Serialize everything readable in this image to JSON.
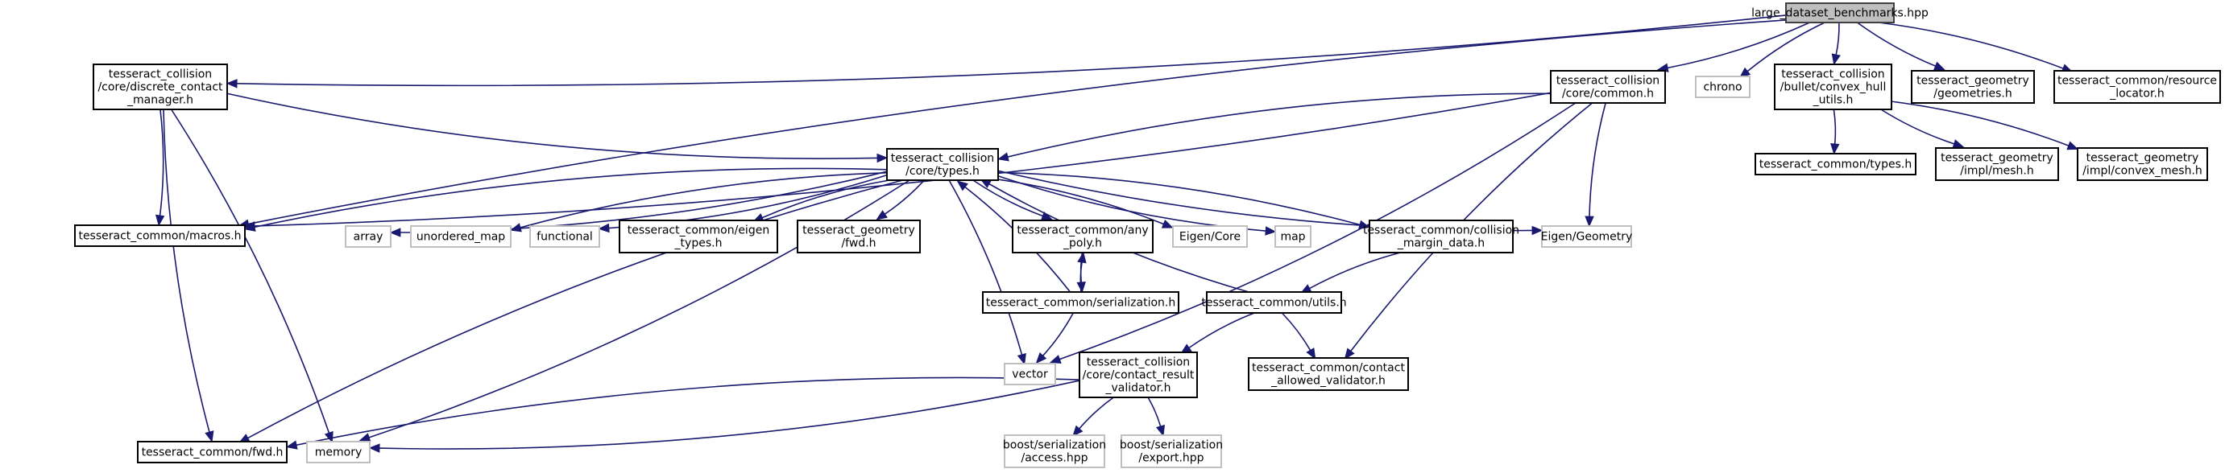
{
  "title": "large_dataset_benchmarks.hpp include dependency graph",
  "colors": {
    "edge": "#191970",
    "root_fill": "#bfbfbf",
    "project_border": "#000000",
    "system_border": "#bfbfbf"
  },
  "nodes": [
    {
      "id": "root",
      "kind": "root",
      "lines": [
        "large_dataset_benchmarks.hpp"
      ]
    },
    {
      "id": "discrete_contact_manager",
      "kind": "project",
      "lines": [
        "tesseract_collision",
        "/core/discrete_contact",
        "_manager.h"
      ]
    },
    {
      "id": "common_h",
      "kind": "project",
      "lines": [
        "tesseract_collision",
        "/core/common.h"
      ]
    },
    {
      "id": "chrono",
      "kind": "system",
      "lines": [
        "chrono"
      ]
    },
    {
      "id": "convex_hull_utils",
      "kind": "project",
      "lines": [
        "tesseract_collision",
        "/bullet/convex_hull",
        "_utils.h"
      ]
    },
    {
      "id": "geometries",
      "kind": "project",
      "lines": [
        "tesseract_geometry",
        "/geometries.h"
      ]
    },
    {
      "id": "resource_locator",
      "kind": "project",
      "lines": [
        "tesseract_common/resource",
        "_locator.h"
      ]
    },
    {
      "id": "common_types",
      "kind": "project",
      "lines": [
        "tesseract_common/types.h"
      ]
    },
    {
      "id": "impl_mesh",
      "kind": "project",
      "lines": [
        "tesseract_geometry",
        "/impl/mesh.h"
      ]
    },
    {
      "id": "impl_convex_mesh",
      "kind": "project",
      "lines": [
        "tesseract_geometry",
        "/impl/convex_mesh.h"
      ]
    },
    {
      "id": "core_types",
      "kind": "project",
      "lines": [
        "tesseract_collision",
        "/core/types.h"
      ]
    },
    {
      "id": "macros",
      "kind": "project",
      "lines": [
        "tesseract_common/macros.h"
      ]
    },
    {
      "id": "array",
      "kind": "system",
      "lines": [
        "array"
      ]
    },
    {
      "id": "unordered_map",
      "kind": "system",
      "lines": [
        "unordered_map"
      ]
    },
    {
      "id": "functional",
      "kind": "system",
      "lines": [
        "functional"
      ]
    },
    {
      "id": "eigen_types",
      "kind": "project",
      "lines": [
        "tesseract_common/eigen",
        "_types.h"
      ]
    },
    {
      "id": "geometry_fwd",
      "kind": "project",
      "lines": [
        "tesseract_geometry",
        "/fwd.h"
      ]
    },
    {
      "id": "any_poly",
      "kind": "project",
      "lines": [
        "tesseract_common/any",
        "_poly.h"
      ]
    },
    {
      "id": "eigen_core",
      "kind": "system",
      "lines": [
        "Eigen/Core"
      ]
    },
    {
      "id": "map",
      "kind": "system",
      "lines": [
        "map"
      ]
    },
    {
      "id": "collision_margin_data",
      "kind": "project",
      "lines": [
        "tesseract_common/collision",
        "_margin_data.h"
      ]
    },
    {
      "id": "eigen_geometry",
      "kind": "system",
      "lines": [
        "Eigen/Geometry"
      ]
    },
    {
      "id": "serialization",
      "kind": "project",
      "lines": [
        "tesseract_common/serialization.h"
      ]
    },
    {
      "id": "utils",
      "kind": "project",
      "lines": [
        "tesseract_common/utils.h"
      ]
    },
    {
      "id": "vector",
      "kind": "system",
      "lines": [
        "vector"
      ]
    },
    {
      "id": "contact_result_validator",
      "kind": "project",
      "lines": [
        "tesseract_collision",
        "/core/contact_result",
        "_validator.h"
      ]
    },
    {
      "id": "contact_allowed_validator",
      "kind": "project",
      "lines": [
        "tesseract_common/contact",
        "_allowed_validator.h"
      ]
    },
    {
      "id": "common_fwd",
      "kind": "project",
      "lines": [
        "tesseract_common/fwd.h"
      ]
    },
    {
      "id": "memory",
      "kind": "system",
      "lines": [
        "memory"
      ]
    },
    {
      "id": "boost_access",
      "kind": "system",
      "lines": [
        "boost/serialization",
        "/access.hpp"
      ]
    },
    {
      "id": "boost_export",
      "kind": "system",
      "lines": [
        "boost/serialization",
        "/export.hpp"
      ]
    }
  ],
  "edges": [
    [
      "root",
      "discrete_contact_manager"
    ],
    [
      "root",
      "macros"
    ],
    [
      "root",
      "common_h"
    ],
    [
      "root",
      "chrono"
    ],
    [
      "root",
      "convex_hull_utils"
    ],
    [
      "root",
      "geometries"
    ],
    [
      "root",
      "resource_locator"
    ],
    [
      "discrete_contact_manager",
      "core_types"
    ],
    [
      "discrete_contact_manager",
      "macros"
    ],
    [
      "discrete_contact_manager",
      "common_fwd"
    ],
    [
      "discrete_contact_manager",
      "memory"
    ],
    [
      "common_h",
      "core_types"
    ],
    [
      "common_h",
      "macros"
    ],
    [
      "common_h",
      "eigen_geometry"
    ],
    [
      "common_h",
      "vector"
    ],
    [
      "common_h",
      "contact_allowed_validator"
    ],
    [
      "convex_hull_utils",
      "common_types"
    ],
    [
      "convex_hull_utils",
      "impl_mesh"
    ],
    [
      "convex_hull_utils",
      "impl_convex_mesh"
    ],
    [
      "core_types",
      "macros"
    ],
    [
      "core_types",
      "array"
    ],
    [
      "core_types",
      "unordered_map"
    ],
    [
      "core_types",
      "functional"
    ],
    [
      "core_types",
      "eigen_types"
    ],
    [
      "core_types",
      "geometry_fwd"
    ],
    [
      "core_types",
      "any_poly"
    ],
    [
      "core_types",
      "eigen_core"
    ],
    [
      "core_types",
      "map"
    ],
    [
      "core_types",
      "collision_margin_data"
    ],
    [
      "core_types",
      "eigen_geometry"
    ],
    [
      "core_types",
      "vector"
    ],
    [
      "core_types",
      "common_fwd"
    ],
    [
      "core_types",
      "memory"
    ],
    [
      "any_poly",
      "serialization"
    ],
    [
      "serialization",
      "any_poly"
    ],
    [
      "serialization",
      "core_types"
    ],
    [
      "serialization",
      "vector"
    ],
    [
      "collision_margin_data",
      "utils"
    ],
    [
      "utils",
      "core_types"
    ],
    [
      "utils",
      "contact_result_validator"
    ],
    [
      "utils",
      "contact_allowed_validator"
    ],
    [
      "contact_result_validator",
      "common_fwd"
    ],
    [
      "contact_result_validator",
      "memory"
    ],
    [
      "contact_result_validator",
      "boost_access"
    ],
    [
      "contact_result_validator",
      "boost_export"
    ]
  ]
}
